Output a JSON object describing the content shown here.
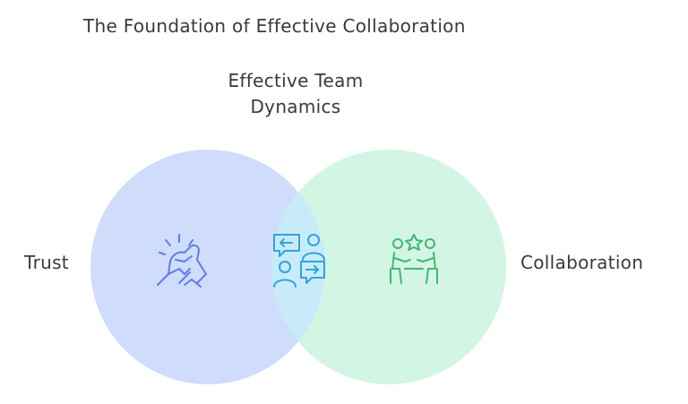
{
  "title": "The Foundation of Effective Collaboration",
  "intersection_label": "Effective Team Dynamics",
  "sets": [
    {
      "label": "Trust",
      "fill": "#cfdcfb",
      "icon": "handshake-icon",
      "icon_color": "#5b7fe6"
    },
    {
      "label": "Collaboration",
      "fill": "#d3f5e4",
      "icon": "people-meeting-icon",
      "icon_color": "#3fb874"
    }
  ],
  "intersection": {
    "fill": "#c8ebfa",
    "icon": "conversation-icon",
    "icon_color": "#2fa3e0"
  }
}
